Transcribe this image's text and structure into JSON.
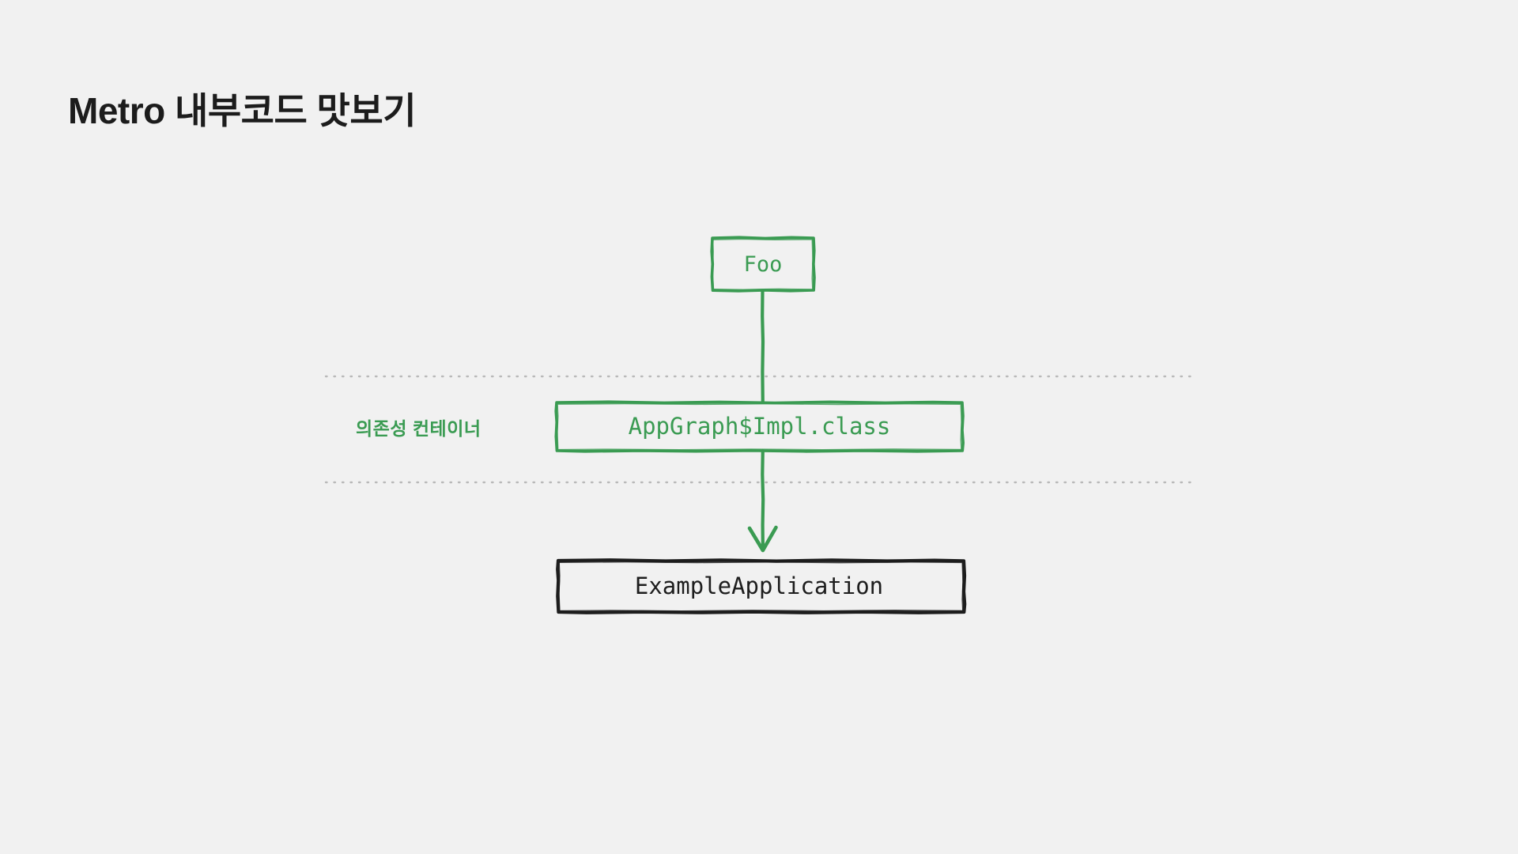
{
  "slide": {
    "background_color": "#f1f1f1",
    "title": "Metro 내부코드 맛보기",
    "title_color": "#1c1c1c"
  },
  "palette": {
    "accent_green": "#3a9b52",
    "node_black": "#1d1d1d",
    "divider_gray": "#b9b9b9",
    "surface": "#f1f1f1"
  },
  "diagram": {
    "type": "flow",
    "caption": {
      "text": "의존성  컨테이너",
      "color": "#3a9b52"
    },
    "nodes": [
      {
        "id": "foo",
        "label": "Foo",
        "stroke": "#3a9b52",
        "text_color": "#3a9b52",
        "style": "sketch-outline"
      },
      {
        "id": "appgraph",
        "label": "AppGraph$Impl.class",
        "stroke": "#3a9b52",
        "text_color": "#3a9b52",
        "style": "sketch-outline"
      },
      {
        "id": "exampleapp",
        "label": "ExampleApplication",
        "stroke": "#1d1d1d",
        "text_color": "#1d1d1d",
        "style": "sketch-outline"
      }
    ],
    "edges": [
      {
        "id": "edge-foo-appgraph",
        "from": "foo",
        "to": "appgraph",
        "color": "#3a9b52",
        "arrowhead": false
      },
      {
        "id": "edge-appgraph-exampleapp",
        "from": "appgraph",
        "to": "exampleapp",
        "color": "#3a9b52",
        "arrowhead": true
      }
    ],
    "dividers": [
      {
        "id": "divider-top",
        "style": "dotted",
        "color": "#b9b9b9"
      },
      {
        "id": "divider-bottom",
        "style": "dotted",
        "color": "#b9b9b9"
      }
    ]
  }
}
